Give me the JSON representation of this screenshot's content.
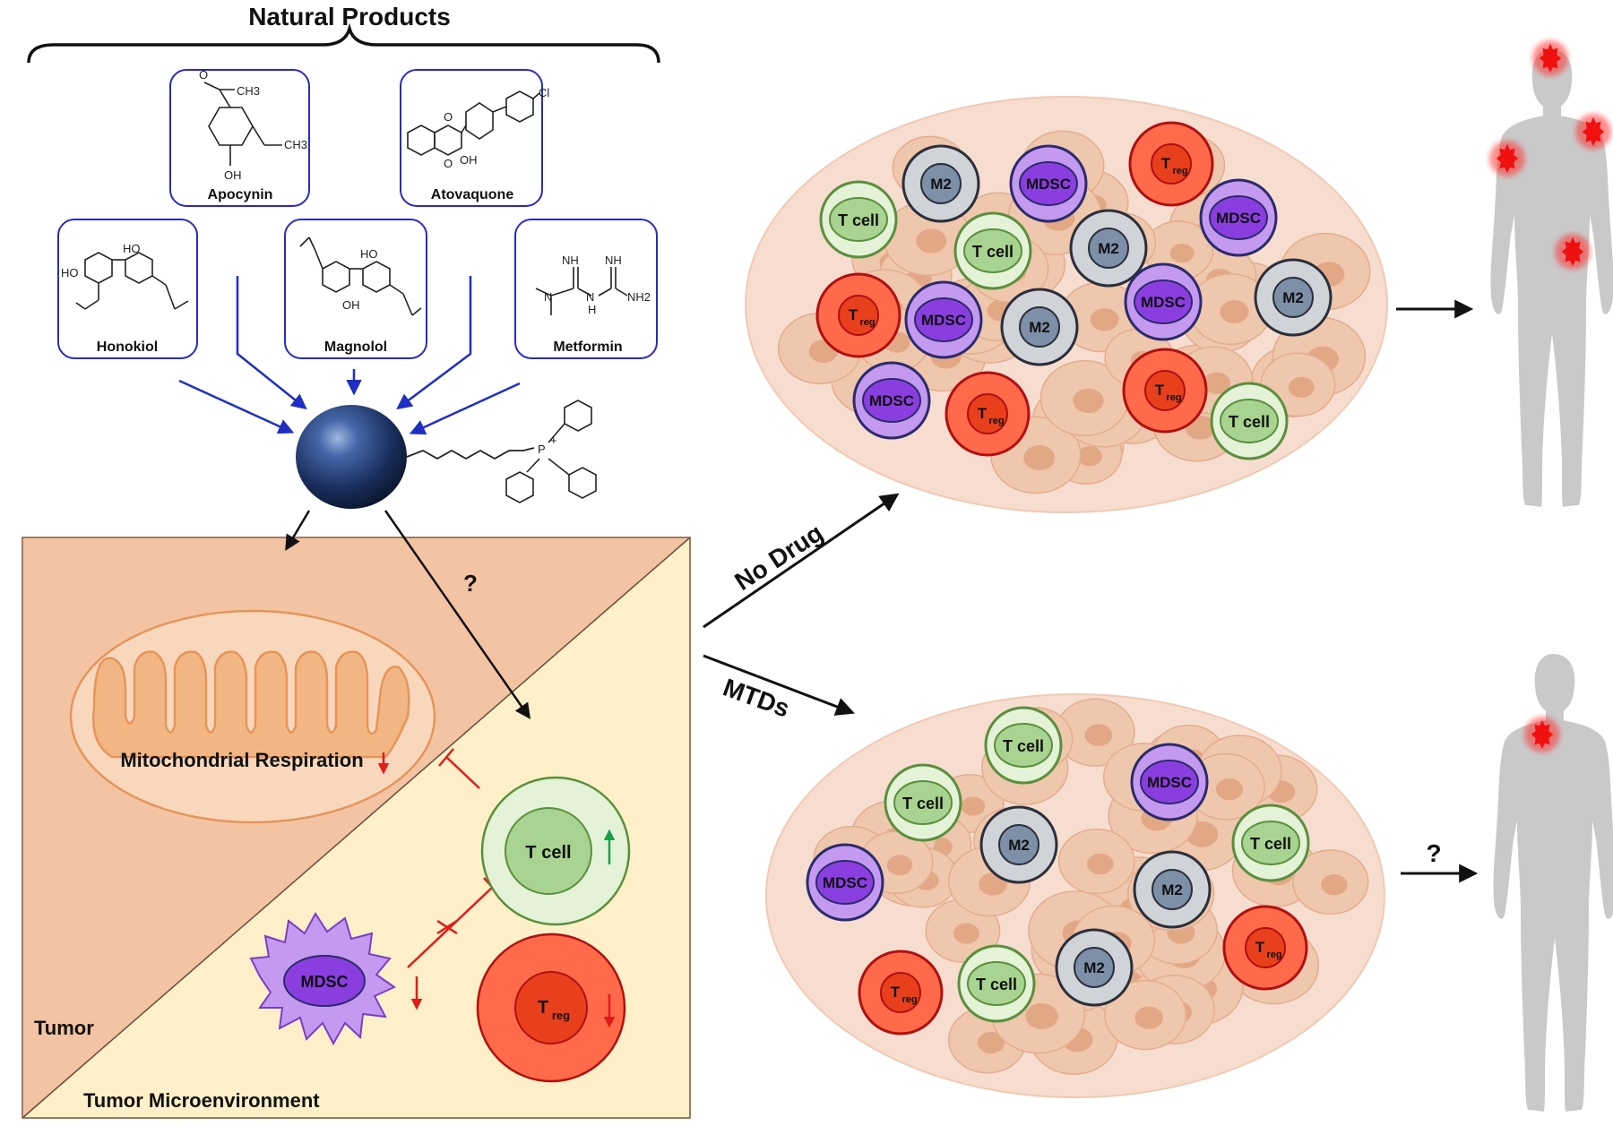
{
  "header": {
    "title": "Natural Products"
  },
  "compounds": [
    {
      "id": "apocynin",
      "name": "Apocynin",
      "groups": [
        "CH3",
        "O",
        "CH3",
        "OH"
      ]
    },
    {
      "id": "atovaquone",
      "name": "Atovaquone",
      "groups": [
        "Cl",
        "O",
        "O",
        "OH"
      ]
    },
    {
      "id": "honokiol",
      "name": "Honokiol",
      "groups": [
        "HO",
        "HO"
      ]
    },
    {
      "id": "magnolol",
      "name": "Magnolol",
      "groups": [
        "HO",
        "OH"
      ]
    },
    {
      "id": "metformin",
      "name": "Metformin",
      "groups": [
        "NH",
        "NH",
        "N",
        "N",
        "H",
        "NH2"
      ]
    }
  ],
  "conjugate": {
    "cation": "P",
    "charge": "+"
  },
  "panel": {
    "question": "?",
    "mito_label": "Mitochondrial Respiration",
    "tumor_label": "Tumor",
    "tme_label": "Tumor Microenvironment",
    "tcell": "T cell",
    "mdsc": "MDSC",
    "treg_main": "T",
    "treg_sub": "reg"
  },
  "branches": {
    "no_drug": "No Drug",
    "mtds": "MTDs",
    "outcome_question": "?"
  },
  "cell_labels": {
    "tcell": "T cell",
    "m2": "M2",
    "mdsc": "MDSC",
    "treg_main": "T",
    "treg_sub": "reg"
  },
  "colors": {
    "tumor_bg": "#f3c4a4",
    "tme_bg": "#fdf0c8",
    "tcell_outer": "#e4f2d7",
    "tcell_inner": "#a8d391",
    "tcell_stroke": "#5a8f3c",
    "m2_outer": "#d0d3d8",
    "m2_inner": "#7e8fa8",
    "mdsc_outer": "#c49af0",
    "mdsc_inner": "#8a3ee0",
    "mdsc_stroke": "#2b2b6b",
    "treg_outer": "#ff6a4a",
    "treg_inner": "#e8401c",
    "treg_stroke": "#b01010",
    "arrow_blue": "#1f2fc4",
    "arrow_red": "#e11b1b",
    "arrow_green": "#1aa04a",
    "body_gray": "#c9c9c9",
    "tumor_spot": "#f01010"
  }
}
